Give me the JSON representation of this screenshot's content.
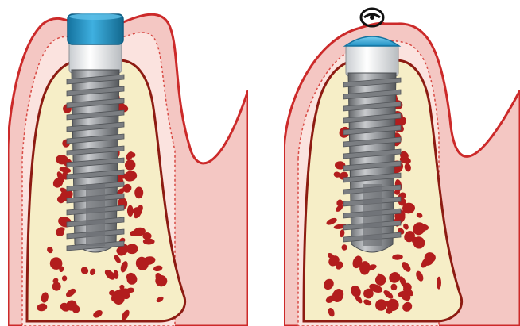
{
  "figure": {
    "panels": [
      {
        "id": "left",
        "cap_shape": "tall-cylinder",
        "suture": false
      },
      {
        "id": "right",
        "cap_shape": "low-dome",
        "suture": true
      }
    ]
  },
  "colors": {
    "background": "#ffffff",
    "gum_fill": "#f4c7c3",
    "gum_outline": "#cc2a2a",
    "gum_inner_band": "#fbe3df",
    "bone_fill": "#f6eec7",
    "bone_outline": "#8d1b12",
    "marrow_spots": "#b21d1d",
    "implant_body": "#8f9296",
    "implant_dark": "#5f6266",
    "implant_light": "#c9cbce",
    "collar": "#eef0f2",
    "cap_blue": "#1f8fc2",
    "cap_blue_light": "#5fc0e8",
    "suture": "#111111"
  }
}
